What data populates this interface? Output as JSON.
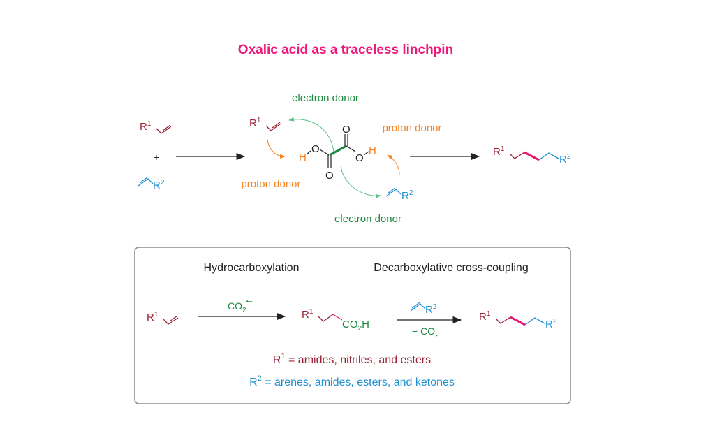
{
  "title": "Oxalic acid as a traceless linchpin",
  "colors": {
    "title": "#f0177a",
    "r1": "#9b2335",
    "r2": "#1e8fd0",
    "green": "#1a8a3e",
    "orange": "#f58220",
    "pink": "#ec1670",
    "black": "#222222",
    "box_border": "#8a8a8a",
    "arc_green": "#5cc08a"
  },
  "top_scheme": {
    "reactant1": {
      "r": "R",
      "sup": "1"
    },
    "plus": "+",
    "reactant2": {
      "r": "R",
      "sup": "2"
    },
    "labels": {
      "electron_donor_top": "electron donor",
      "electron_donor_bottom": "electron donor",
      "proton_donor_left": "proton donor",
      "proton_donor_right": "proton donor"
    },
    "oxalic_acid": {
      "h_left": "H",
      "o_left": "O",
      "o_carbonyl_bottom": "O",
      "o_carbonyl_top": "O",
      "o_right": "O",
      "h_right": "H"
    },
    "alkene_left": {
      "r": "R",
      "sup": "1"
    },
    "alkene_right": {
      "r": "R",
      "sup": "2"
    },
    "product": {
      "r1": "R",
      "sup1": "1",
      "r2": "R",
      "sup2": "2"
    }
  },
  "box": {
    "heading_left": "Hydrocarboxylation",
    "heading_right": "Decarboxylative cross-coupling",
    "start": {
      "r": "R",
      "sup": "1"
    },
    "reagent1": {
      "text": "CO",
      "sub": "2",
      "sup": "•−"
    },
    "intermediate": {
      "r": "R",
      "sup": "1",
      "group": "CO",
      "group_sub": "2",
      "group_h": "H"
    },
    "reagent2": {
      "r": "R",
      "sup": "2"
    },
    "byproduct": {
      "prefix": "− CO",
      "sub": "2"
    },
    "product": {
      "r1": "R",
      "sup1": "1",
      "r2": "R",
      "sup2": "2"
    },
    "legend_r1": {
      "r": "R",
      "sup": "1",
      "text": " = amides, nitriles, and esters"
    },
    "legend_r2": {
      "r": "R",
      "sup": "2",
      "text": " = arenes, amides, esters, and ketones"
    }
  }
}
